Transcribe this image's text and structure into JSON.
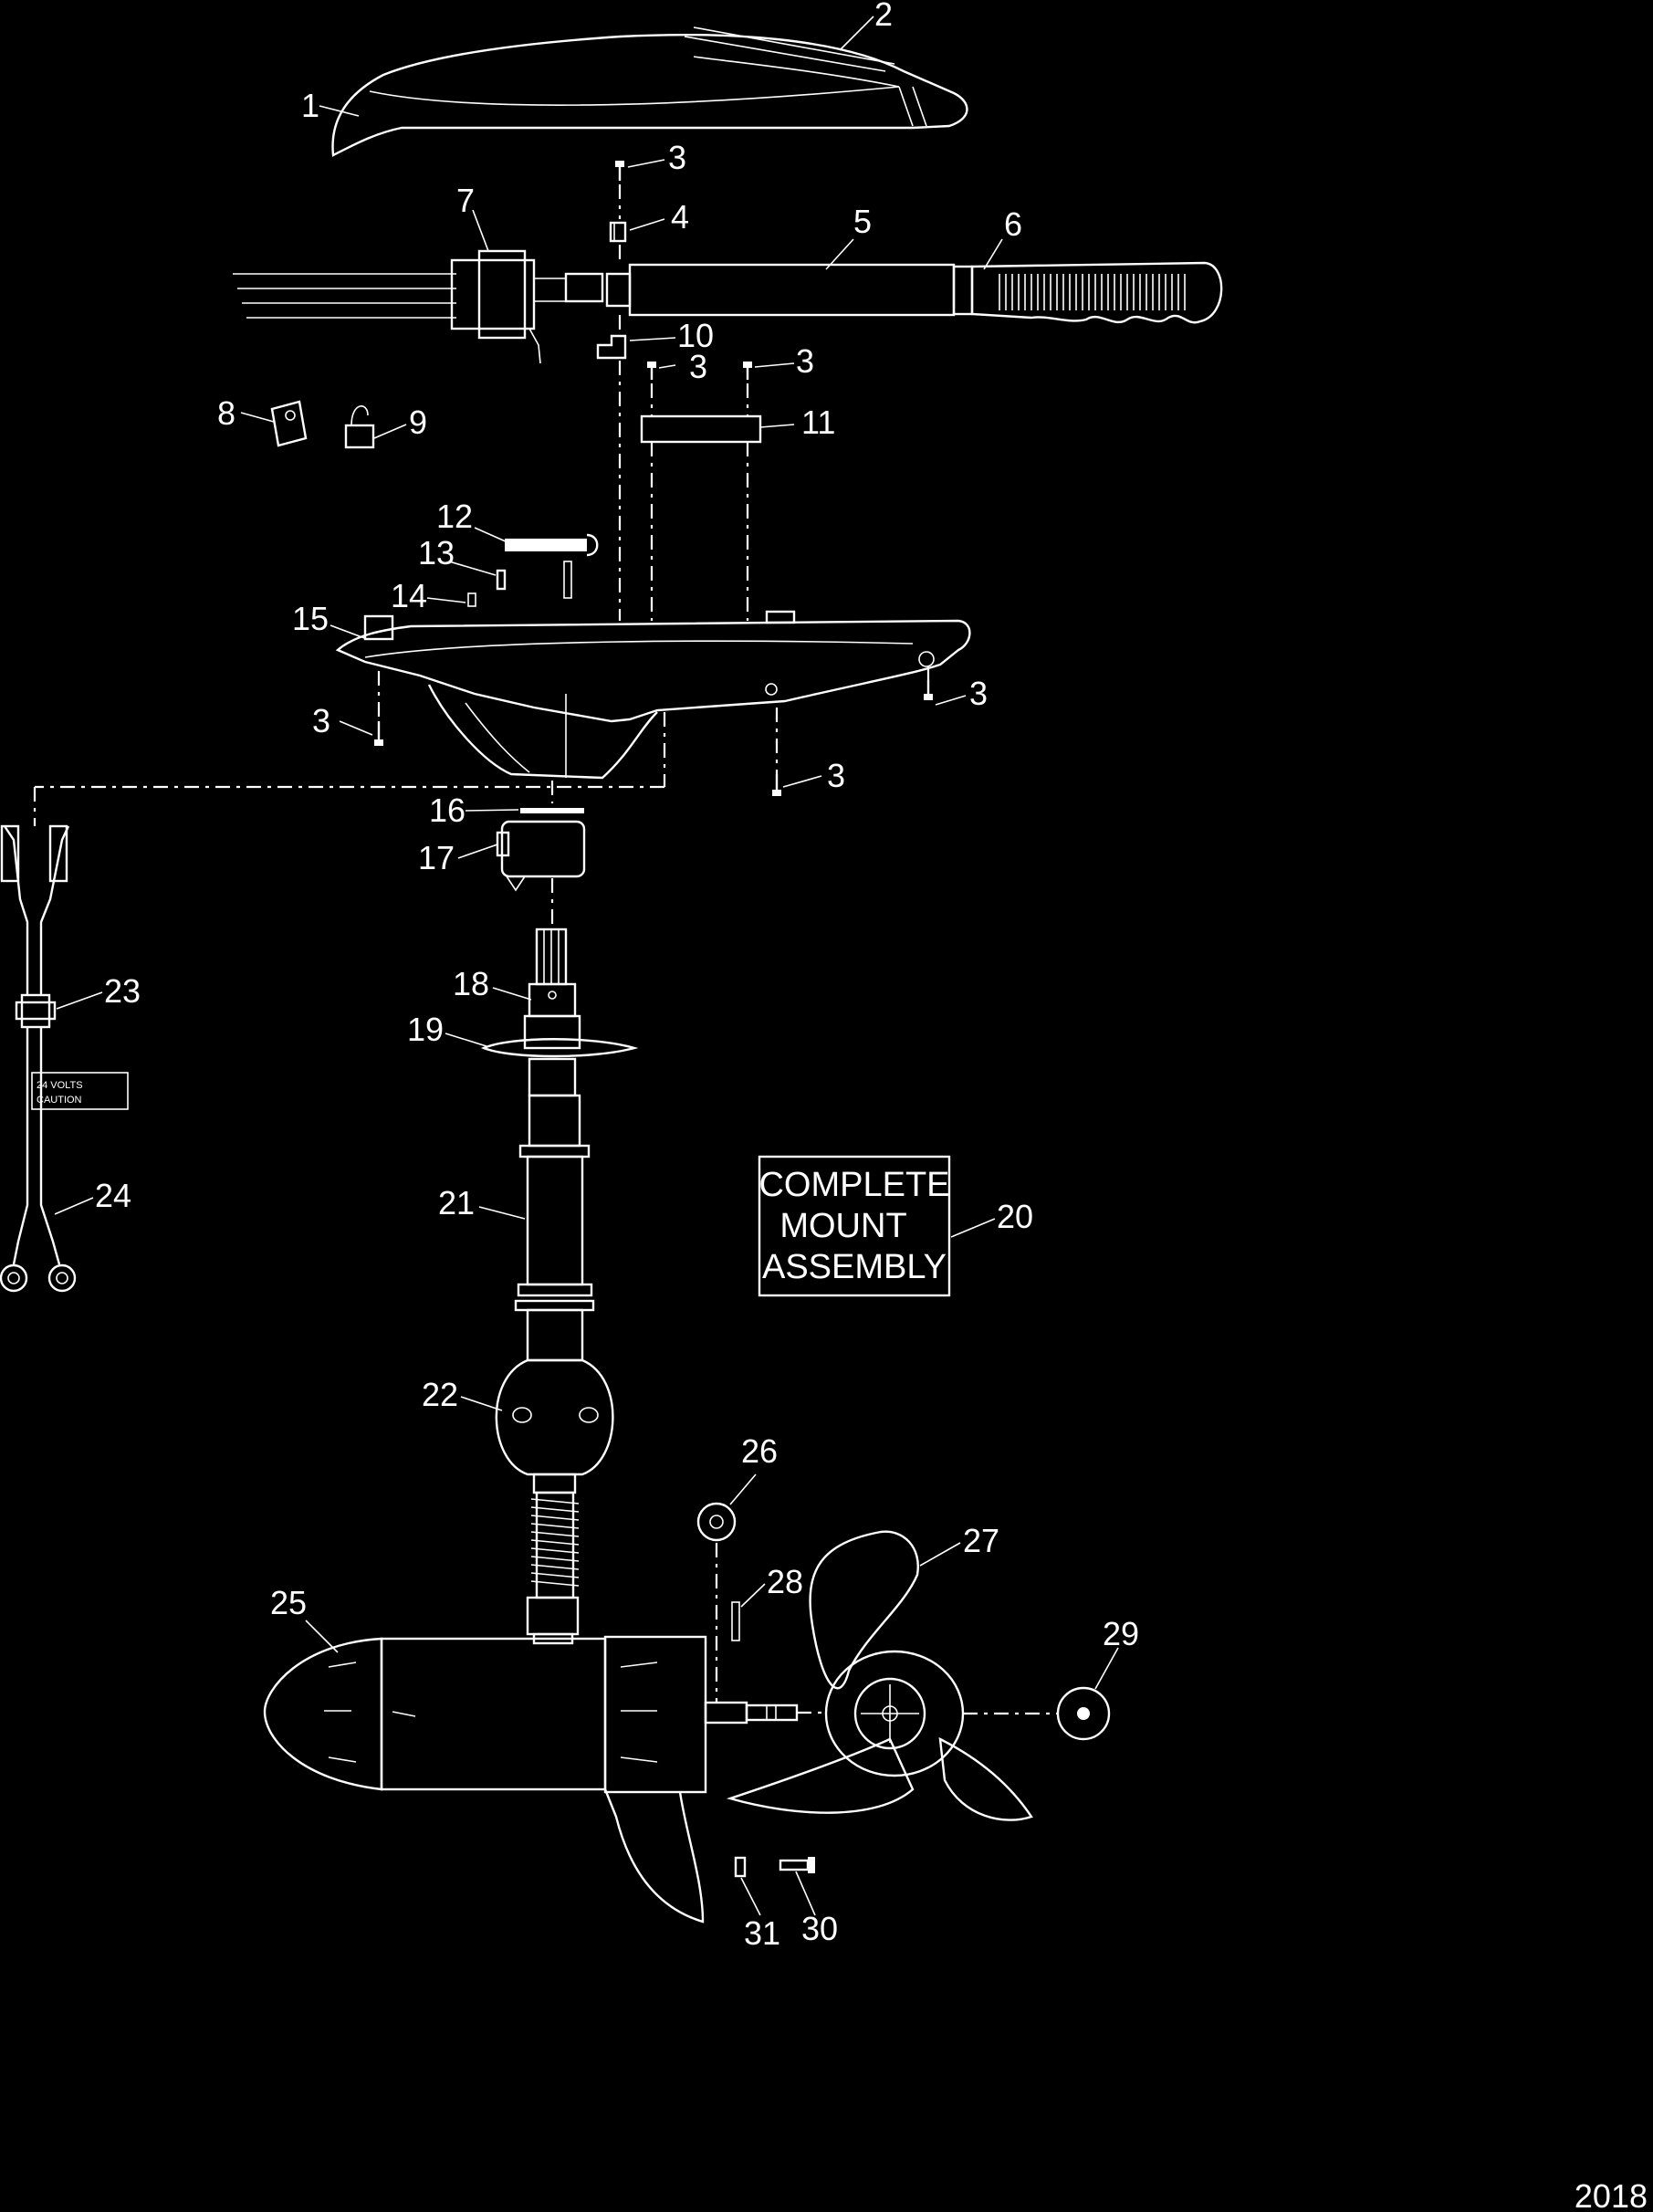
{
  "diagram": {
    "figure_id": "2018",
    "callouts": [
      {
        "id": "c1",
        "text": "1"
      },
      {
        "id": "c2",
        "text": "2"
      },
      {
        "id": "c3a",
        "text": "3"
      },
      {
        "id": "c4",
        "text": "4"
      },
      {
        "id": "c5",
        "text": "5"
      },
      {
        "id": "c6",
        "text": "6"
      },
      {
        "id": "c7",
        "text": "7"
      },
      {
        "id": "c8",
        "text": "8"
      },
      {
        "id": "c9",
        "text": "9"
      },
      {
        "id": "c10",
        "text": "10"
      },
      {
        "id": "c3b",
        "text": "3"
      },
      {
        "id": "c3c",
        "text": "3"
      },
      {
        "id": "c11",
        "text": "11"
      },
      {
        "id": "c12",
        "text": "12"
      },
      {
        "id": "c13",
        "text": "13"
      },
      {
        "id": "c14",
        "text": "14"
      },
      {
        "id": "c15",
        "text": "15"
      },
      {
        "id": "c3d",
        "text": "3"
      },
      {
        "id": "c3e",
        "text": "3"
      },
      {
        "id": "c3f",
        "text": "3"
      },
      {
        "id": "c16",
        "text": "16"
      },
      {
        "id": "c17",
        "text": "17"
      },
      {
        "id": "c18",
        "text": "18"
      },
      {
        "id": "c19",
        "text": "19"
      },
      {
        "id": "c21",
        "text": "21"
      },
      {
        "id": "c20",
        "text": "20"
      },
      {
        "id": "c22",
        "text": "22"
      },
      {
        "id": "c23",
        "text": "23"
      },
      {
        "id": "c24",
        "text": "24"
      },
      {
        "id": "c25",
        "text": "25"
      },
      {
        "id": "c26",
        "text": "26"
      },
      {
        "id": "c27",
        "text": "27"
      },
      {
        "id": "c28",
        "text": "28"
      },
      {
        "id": "c29",
        "text": "29"
      },
      {
        "id": "c30",
        "text": "30"
      },
      {
        "id": "c31",
        "text": "31"
      }
    ],
    "assembly_box": [
      "COMPLETE",
      "MOUNT",
      "ASSEMBLY"
    ],
    "cable_tag": [
      "24 VOLTS",
      "CAUTION"
    ]
  }
}
